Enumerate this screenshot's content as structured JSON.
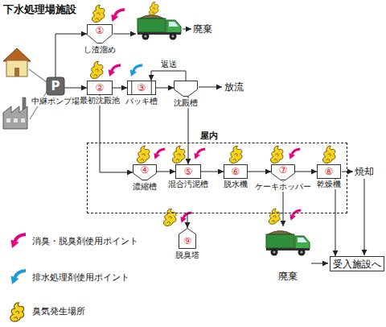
{
  "diagram": {
    "title": "下水処理場施設",
    "nodes": [
      {
        "text": [
          "P",
          "中継ポンプ場"
        ]
      },
      {
        "text": [
          "①",
          "し渣溜め"
        ]
      },
      {
        "text": [
          "②",
          "最初沈殿池"
        ]
      },
      {
        "text": [
          "③",
          "バッキ槽"
        ]
      },
      {
        "text": [
          "沈殿槽"
        ]
      },
      {
        "text": [
          "屋内"
        ]
      },
      {
        "text": [
          "④",
          "濃縮槽"
        ],
        "in": 5
      },
      {
        "text": [
          "⑤",
          "混合汚泥槽"
        ],
        "in": 5
      },
      {
        "text": [
          "⑥",
          "脱水機"
        ],
        "in": 5
      },
      {
        "text": [
          "⑦",
          "ケーキホッパー"
        ],
        "in": 5
      },
      {
        "text": [
          "⑧",
          "乾燥機"
        ],
        "in": 5
      },
      {
        "text": [
          "⑨",
          "脱臭塔"
        ]
      },
      {
        "text": [
          "受入施設へ"
        ]
      }
    ],
    "edges": [
      {
        "from": 0,
        "to": 1,
        "arrow": "to"
      },
      {
        "from": 0,
        "to": 2,
        "arrow": "to"
      },
      {
        "from": 2,
        "to": 3,
        "arrow": "to"
      },
      {
        "from": 3,
        "to": 4,
        "arrow": "to"
      },
      {
        "from": 4,
        "to": 3,
        "label": "返送",
        "arrow": "to"
      },
      {
        "from": 4,
        "to": 7,
        "arrow": "to"
      },
      {
        "from": 2,
        "to": 6,
        "arrow": "to"
      },
      {
        "from": 6,
        "to": 7,
        "arrow": "to"
      },
      {
        "from": 7,
        "to": 8,
        "arrow": "to"
      },
      {
        "from": 8,
        "to": 9,
        "arrow": "to"
      },
      {
        "from": 9,
        "to": 10,
        "arrow": "to"
      },
      {
        "from": 5,
        "to": 11,
        "arrow": "to"
      },
      {
        "from": 10,
        "to": 12,
        "arrow": "to"
      }
    ],
    "labels": [
      "廃棄",
      "放流",
      "焼却",
      "廃棄"
    ],
    "legend": [
      {
        "text": "消臭・脱臭剤使用ポイント"
      },
      {
        "text": "排水処理剤使用ポイント"
      },
      {
        "text": "臭気発生場所"
      }
    ]
  }
}
